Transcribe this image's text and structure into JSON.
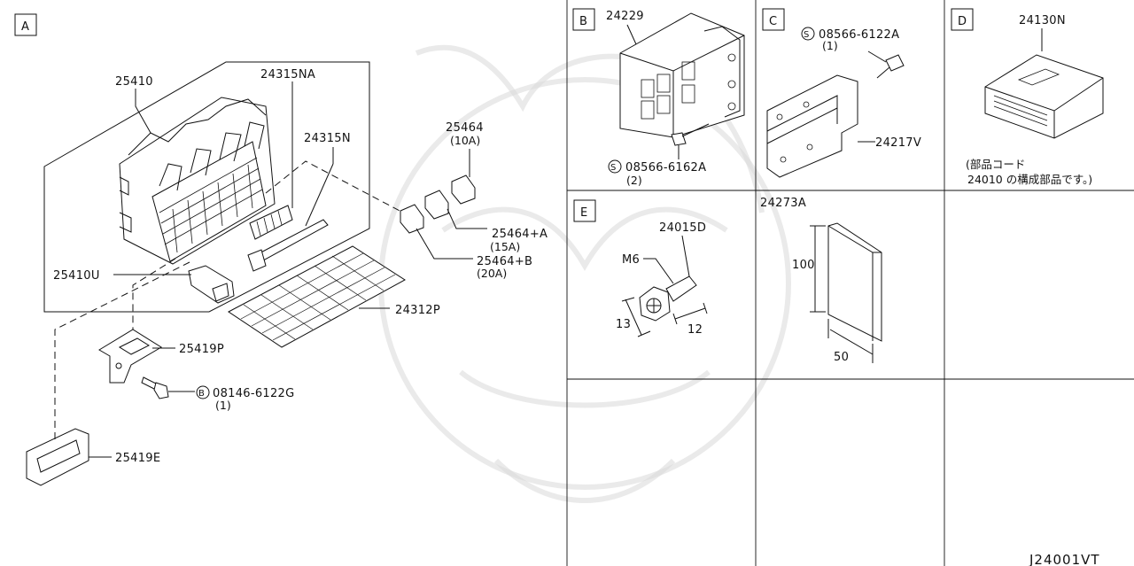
{
  "diagram_id": "J24001VT",
  "sections": {
    "A": "A",
    "B": "B",
    "C": "C",
    "D": "D",
    "E": "E"
  },
  "parts": {
    "p25410": "25410",
    "p24315NA": "24315NA",
    "p24315N": "24315N",
    "p25464": "25464",
    "p25464_rating": "(10A)",
    "p25464A": "25464+A",
    "p25464A_rating": "(15A)",
    "p25464B": "25464+B",
    "p25464B_rating": "(20A)",
    "p25410U": "25410U",
    "p24312P": "24312P",
    "p25419P": "25419P",
    "bolt_A": "08146-6122G",
    "bolt_A_qty": "(1)",
    "bolt_A_prefix": "B",
    "p25419E": "25419E",
    "p24229": "24229",
    "screw_B": "08566-6162A",
    "screw_B_qty": "(2)",
    "screw_B_prefix": "S",
    "screw_C": "08566-6122A",
    "screw_C_qty": "(1)",
    "screw_C_prefix": "S",
    "p24217V": "24217V",
    "p24130N": "24130N",
    "note_D_line1": "(部品コード",
    "note_D_line2": "24010 の構成部品です。)",
    "p24015D": "24015D",
    "dim_M6": "M6",
    "dim_13": "13",
    "dim_12": "12",
    "p24273A": "24273A",
    "dim_100": "100",
    "dim_50": "50"
  }
}
